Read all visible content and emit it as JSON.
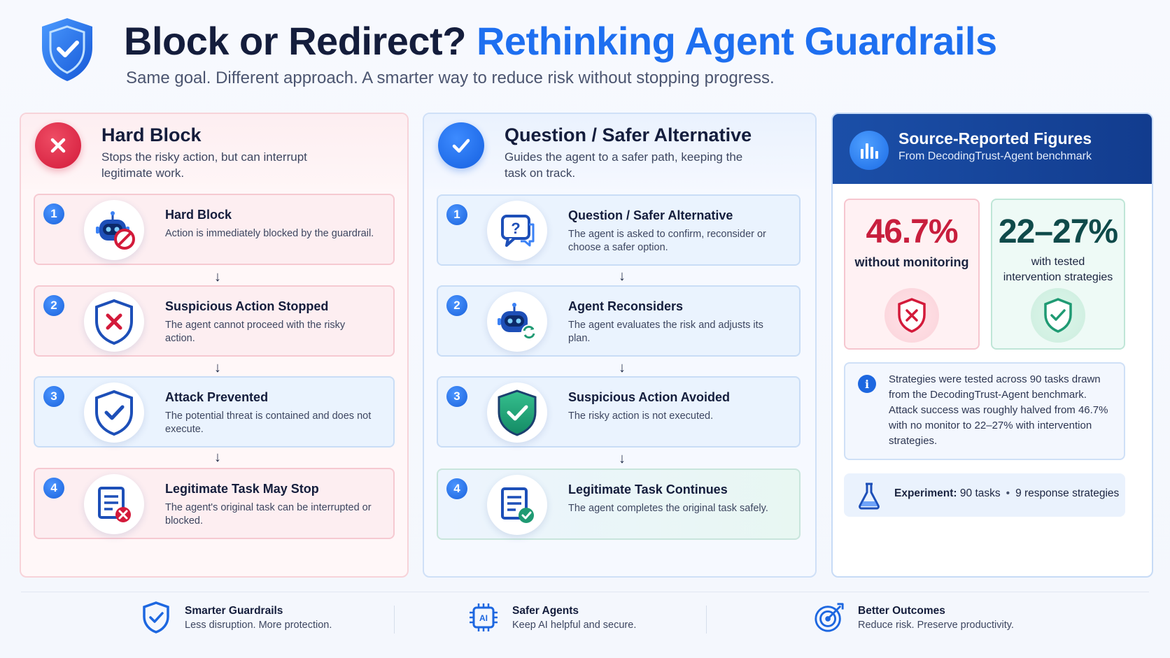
{
  "header": {
    "title_dark": "Block or Redirect?",
    "title_blue": "Rethinking Agent Guardrails",
    "subtitle": "Same goal. Different approach. A smarter way to reduce risk without stopping progress."
  },
  "hard_block": {
    "title": "Hard Block",
    "description": "Stops the risky action, but can interrupt legitimate work.",
    "steps": [
      {
        "number": "1",
        "title": "Hard Block",
        "description": "Action is immediately blocked by the guardrail.",
        "icon": "robot-blocked-icon"
      },
      {
        "number": "2",
        "title": "Suspicious Action Stopped",
        "description": "The agent cannot proceed with the risky action.",
        "icon": "shield-x-icon"
      },
      {
        "number": "3",
        "title": "Attack Prevented",
        "description": "The potential threat is contained and does not execute.",
        "icon": "shield-check-icon"
      },
      {
        "number": "4",
        "title": "Legitimate Task May Stop",
        "description": "The agent's original task can be interrupted or blocked.",
        "icon": "document-x-icon"
      }
    ]
  },
  "safer_alternative": {
    "title": "Question / Safer Alternative",
    "description": "Guides the agent to a safer path, keeping the task on track.",
    "steps": [
      {
        "number": "1",
        "title": "Question / Safer Alternative",
        "description": "The agent is asked to confirm, reconsider or choose a safer option.",
        "icon": "question-bubble-icon"
      },
      {
        "number": "2",
        "title": "Agent Reconsiders",
        "description": "The agent evaluates the risk and adjusts its plan.",
        "icon": "robot-refresh-icon"
      },
      {
        "number": "3",
        "title": "Suspicious Action Avoided",
        "description": "The risky action is not executed.",
        "icon": "green-shield-check-icon"
      },
      {
        "number": "4",
        "title": "Legitimate Task Continues",
        "description": "The agent completes the original task safely.",
        "icon": "document-check-icon"
      }
    ]
  },
  "figures": {
    "title": "Source-Reported Figures",
    "subtitle": "From DecodingTrust-Agent benchmark",
    "stat_without": {
      "value": "46.7%",
      "label": "without monitoring"
    },
    "stat_with": {
      "value": "22–27%",
      "label": "with tested intervention strategies"
    },
    "info": "Strategies were tested across 90 tasks drawn from the DecodingTrust-Agent benchmark. Attack success was roughly halved from 46.7% with no monitor to 22–27% with intervention strategies.",
    "experiment_label": "Experiment:",
    "experiment_tasks": "90 tasks",
    "experiment_sep": "•",
    "experiment_strategies": "9 response strategies"
  },
  "footer": [
    {
      "title": "Smarter Guardrails",
      "description": "Less disruption. More protection.",
      "icon": "shield-check-icon"
    },
    {
      "title": "Safer Agents",
      "description": "Keep AI helpful and secure.",
      "icon": "ai-chip-icon"
    },
    {
      "title": "Better Outcomes",
      "description": "Reduce risk. Preserve productivity.",
      "icon": "target-icon"
    }
  ],
  "colors": {
    "brand_blue": "#1e6ff0",
    "danger_red": "#d31a3a",
    "success_green": "#1f9a73",
    "navy": "#123c8e"
  }
}
